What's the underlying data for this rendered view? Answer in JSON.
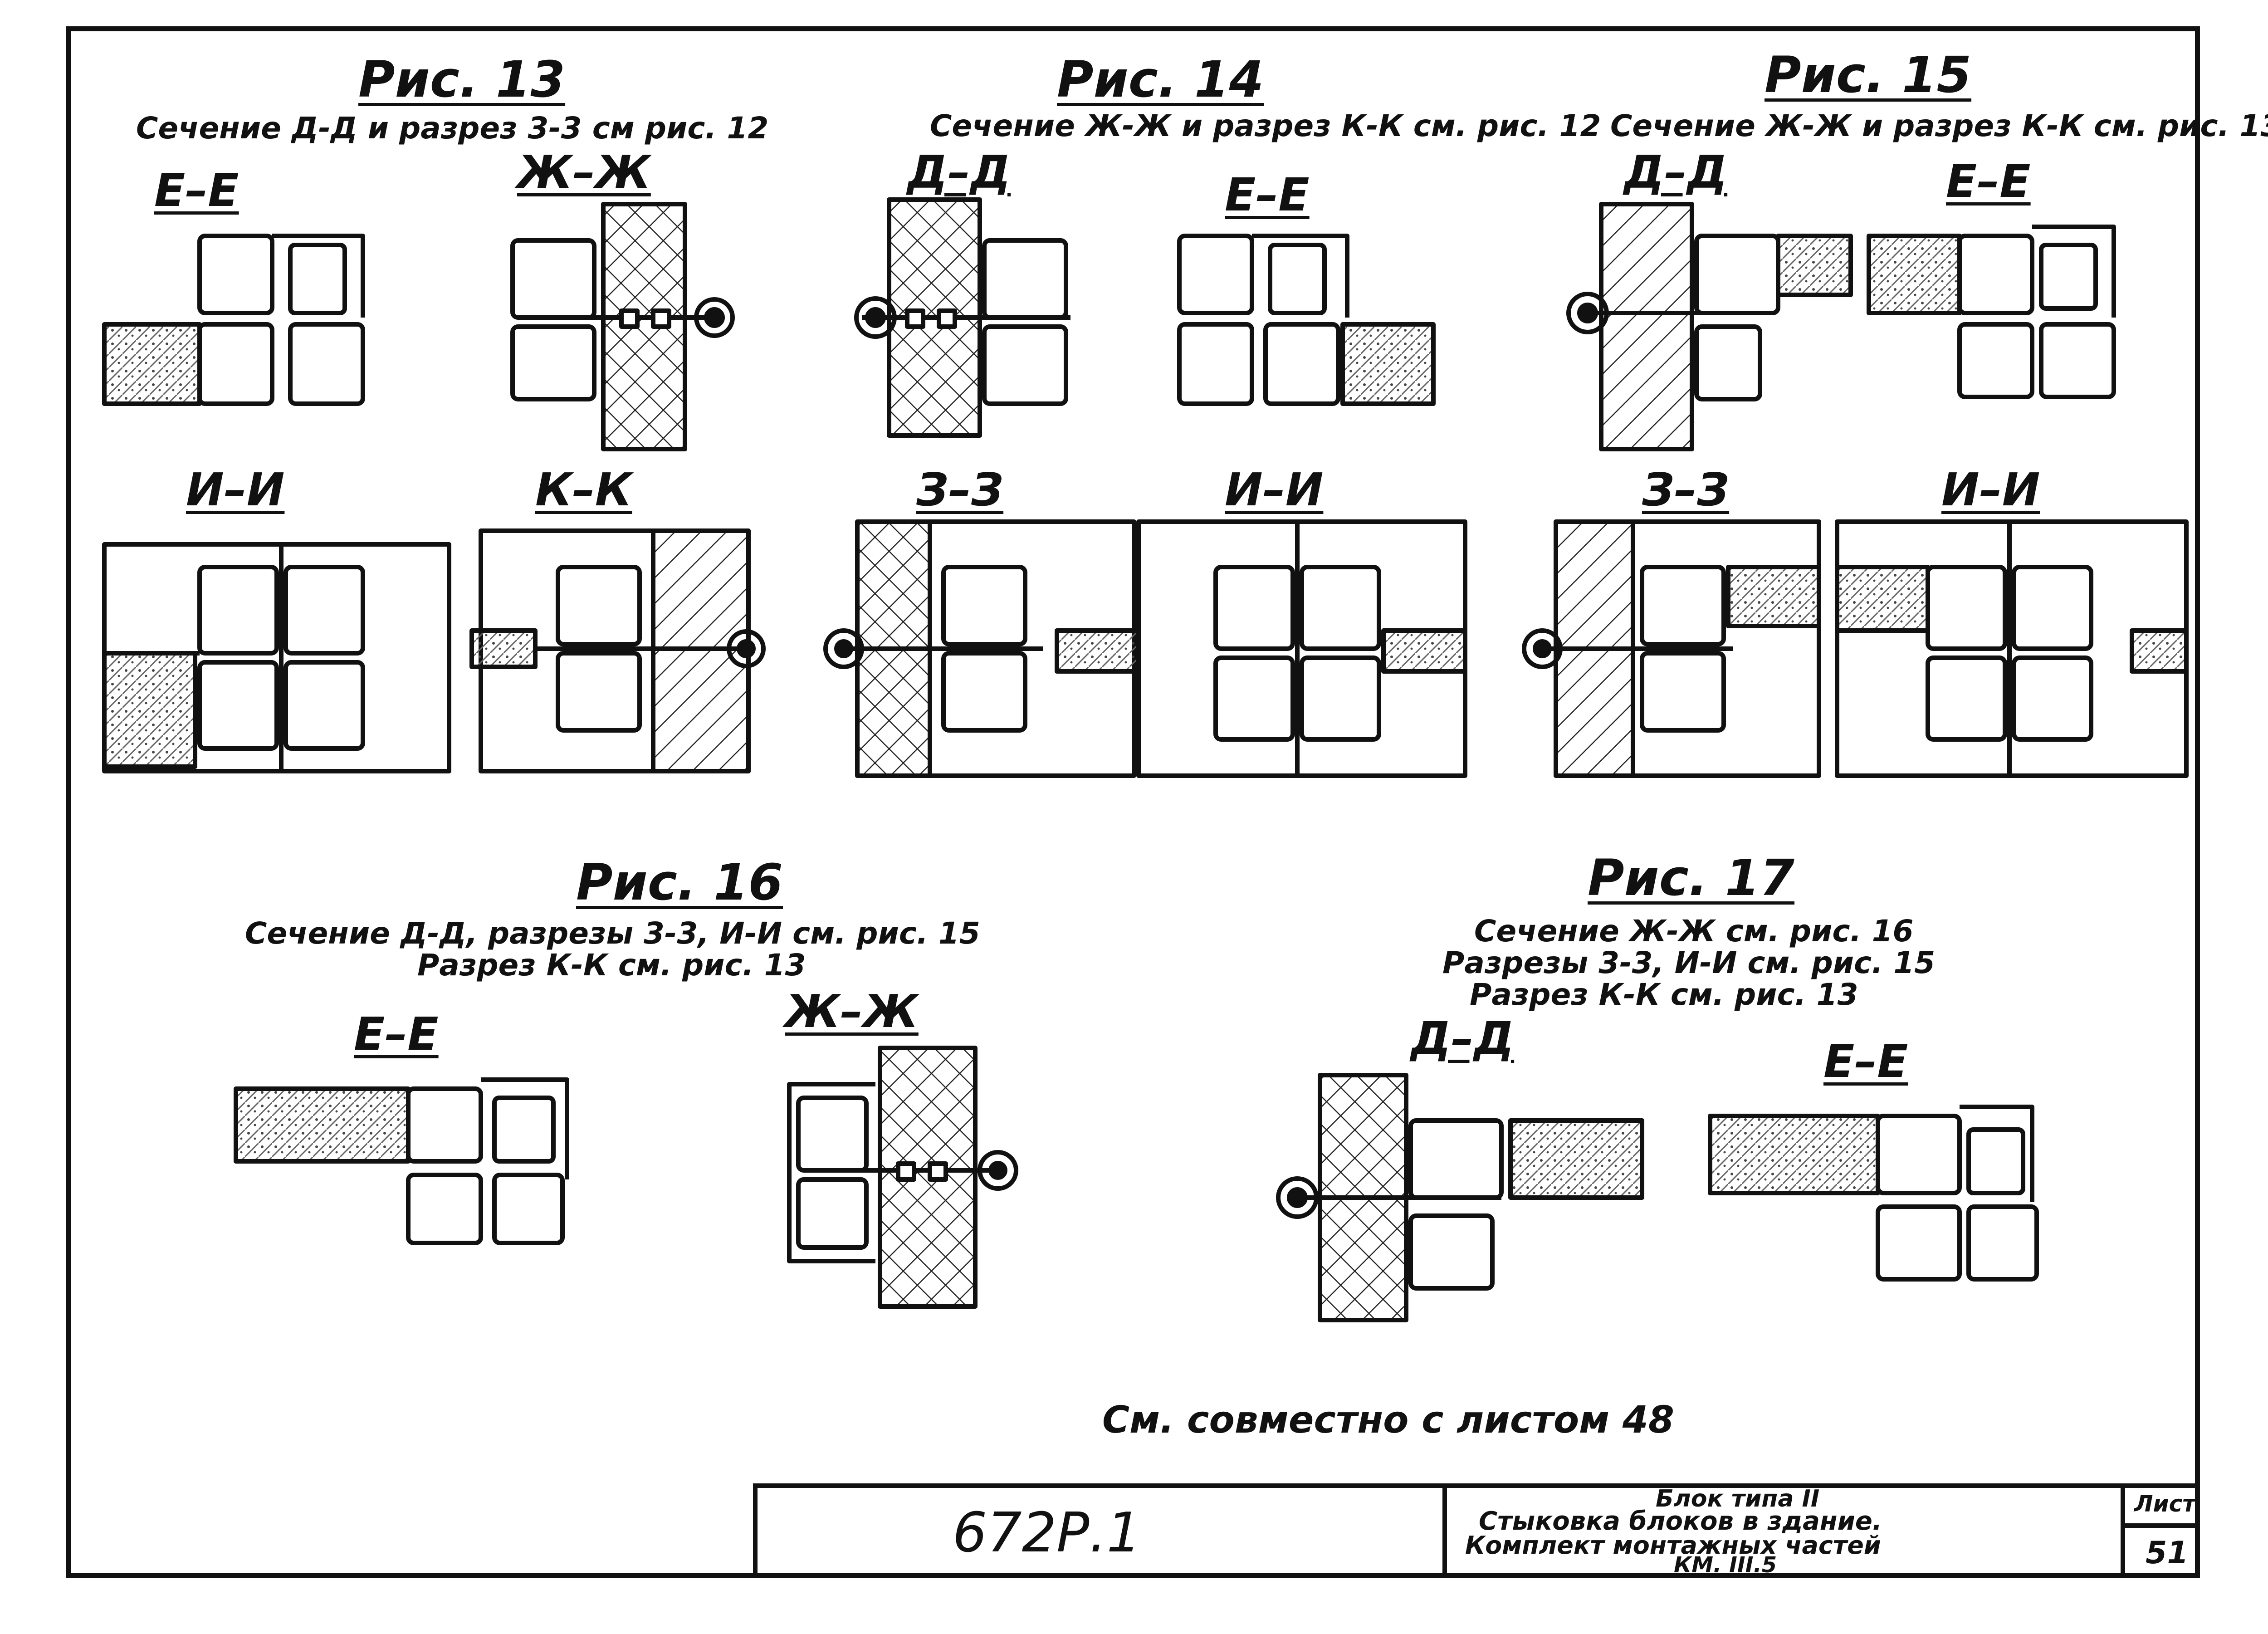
{
  "figures": [
    {
      "title": "Рис. 13",
      "subtitle": "Сечение Д-Д и разрез 3-3 см рис. 12",
      "sections": [
        "Е–Е",
        "Ж–Ж",
        "И–И",
        "К–К"
      ]
    },
    {
      "title": "Рис. 14",
      "subtitle": "Сечение Ж-Ж и разрез К-К см. рис. 12",
      "sections": [
        "Д–Д",
        "Е–Е",
        "З–З",
        "И–И"
      ]
    },
    {
      "title": "Рис. 15",
      "subtitle": "Сечение Ж-Ж и разрез К-К см. рис. 13",
      "sections": [
        "Д–Д",
        "Е–Е",
        "З–З",
        "И–И"
      ]
    },
    {
      "title": "Рис. 16",
      "subtitle_lines": [
        "Сечение Д-Д, разрезы 3-3, И-И см. рис. 15",
        "Разрез К-К см. рис. 13"
      ],
      "sections": [
        "Е–Е",
        "Ж–Ж"
      ]
    },
    {
      "title": "Рис. 17",
      "subtitle_lines": [
        "Сечение Ж-Ж см. рис. 16",
        "Разрезы 3-3, И-И см. рис. 15",
        "Разрез К-К см. рис. 13"
      ],
      "sections": [
        "Д–Д",
        "Е–Е"
      ]
    }
  ],
  "note": "См. совместно с листом 48",
  "title_block": {
    "code": "672Р.1",
    "description_lines": [
      "Блок типа II",
      "Стыковка блоков в здание.",
      "Комплект монтажных частей",
      "КМ. III.5"
    ],
    "sheet_label": "Лист",
    "sheet_number": "51"
  }
}
